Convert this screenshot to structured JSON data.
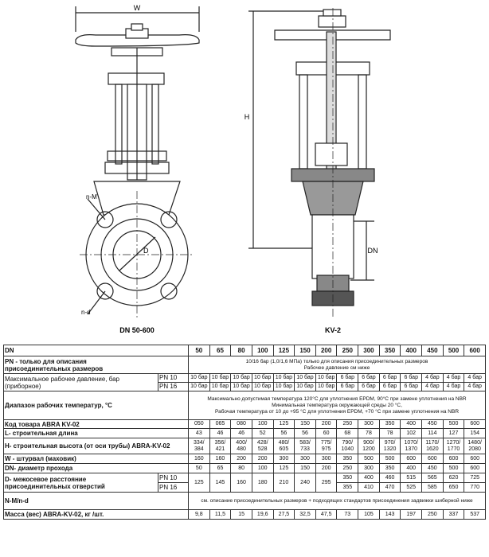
{
  "drawing": {
    "left_caption": "DN 50-600",
    "right_caption": "KV-2",
    "dim_w": "W",
    "dim_h": "H",
    "dim_dn": "DN",
    "dim_d": "D",
    "dim_n_m": "n-M",
    "dim_n_d": "n-d"
  },
  "table": {
    "dn_label": "DN",
    "dn_values": [
      "50",
      "65",
      "80",
      "100",
      "125",
      "150",
      "200",
      "250",
      "300",
      "350",
      "400",
      "450",
      "500",
      "600"
    ],
    "pn_label_1": "PN  - только для описания",
    "pn_label_2": "присоединительных размеров",
    "pn_note_1": "10/16 бар (1,0/1,6 МПа)   только для описания присоединительных размеров",
    "pn_note_2": "Рабочее давление см ниже",
    "pressure_label": "Максимальное рабочее давление, бар (приборное)",
    "pn10": "PN 10",
    "pn16": "PN 16",
    "pressure_values": [
      "10 бар",
      "10 бар",
      "10 бар",
      "10 бар",
      "10 бар",
      "10 бар",
      "10 бар",
      "6 бар",
      "6 бар",
      "6 бар",
      "6 бар",
      "4 бар",
      "4 бар",
      "4 бар"
    ],
    "temp_label": "Диапазон рабочих температур, °С",
    "temp_note_1": "Максимально допустимая температура 120°С для уплотнения EPDM, 90°С при замене уплотнения на NBR",
    "temp_note_2": "Минимальная температура окружающей среды  20 °С,",
    "temp_note_3": "Рабочая температура от  10 до +95 °С  для уплотнения EPDM, +70 °С при замене уплотнения на NBR",
    "code_label": "Код товара  ABRA KV-02",
    "code_values": [
      "050",
      "065",
      "080",
      "100",
      "125",
      "150",
      "200",
      "250",
      "300",
      "350",
      "400",
      "450",
      "500",
      "600"
    ],
    "l_label": "L- строительная длина",
    "l_values": [
      "43",
      "46",
      "46",
      "52",
      "56",
      "56",
      "60",
      "68",
      "78",
      "78",
      "102",
      "114",
      "127",
      "154"
    ],
    "h_label": "H- строительная высота (от оси трубы) ABRA-KV-02",
    "h_values": [
      "334/\n384",
      "356/\n421",
      "400/\n480",
      "428/\n528",
      "480/\n605",
      "583/\n733",
      "775/\n975",
      "790/\n1040",
      "900/\n1200",
      "970/\n1320",
      "1070/\n1370",
      "1170/\n1620",
      "1270/\n1770",
      "1480/\n2080"
    ],
    "w_label": "W - штурвал (маховик)",
    "w_values": [
      "160",
      "160",
      "200",
      "200",
      "300",
      "300",
      "300",
      "350",
      "500",
      "500",
      "600",
      "600",
      "600",
      "600"
    ],
    "dnd_label": "DN- диаметр прохода",
    "dnd_values": [
      "50",
      "65",
      "80",
      "100",
      "125",
      "150",
      "200",
      "250",
      "300",
      "350",
      "400",
      "450",
      "500",
      "600"
    ],
    "d_label_1": "D- межосевое расстояние",
    "d_label_2": "присоединительных отверстий",
    "d_shared": [
      "125",
      "145",
      "160",
      "180",
      "210",
      "240",
      "295"
    ],
    "d_pn10": [
      "350",
      "400",
      "460",
      "515",
      "565",
      "620",
      "725"
    ],
    "d_pn16": [
      "355",
      "410",
      "470",
      "525",
      "585",
      "650",
      "770"
    ],
    "nm_label": "N-M/n-d",
    "nm_note": "см. описание присоединительных размеров + подходящих стандартов присоединения задвижки шиберной ниже",
    "mass_label": "Масса (вес) ABRA-KV-02, кг /шт.",
    "mass_values": [
      "9,8",
      "11,5",
      "15",
      "19,6",
      "27,5",
      "32,5",
      "47,5",
      "73",
      "105",
      "143",
      "197",
      "250",
      "337",
      "537"
    ]
  }
}
